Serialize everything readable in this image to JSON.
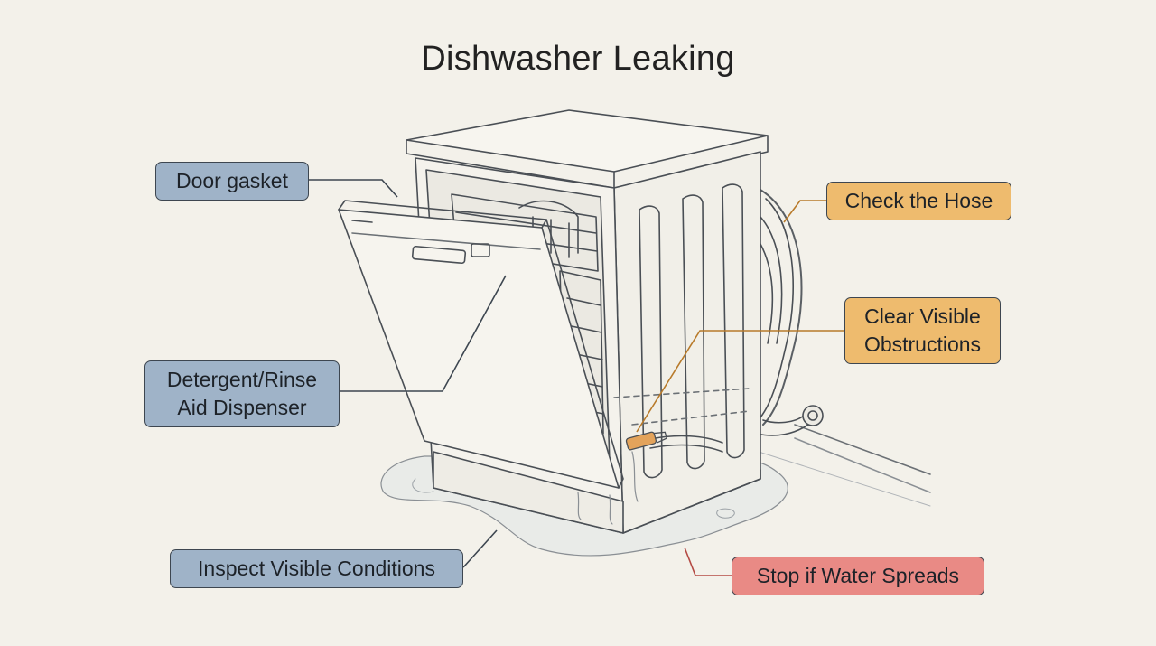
{
  "title": "Dishwasher Leaking",
  "callouts": {
    "door_gasket": "Door gasket",
    "detergent_line1": "Detergent/Rinse",
    "detergent_line2": "Aid Dispenser",
    "inspect": "Inspect Visible Conditions",
    "check_hose": "Check the Hose",
    "clear_line1": "Clear Visible",
    "clear_line2": "Obstructions",
    "stop": "Stop if Water Spreads"
  },
  "colors": {
    "background": "#f3f1ea",
    "label_blue": "#9fb3c8",
    "label_orange": "#eebb6e",
    "label_red": "#e98a85",
    "line": "#3d4650",
    "hose_fitting": "#e3a35b"
  }
}
